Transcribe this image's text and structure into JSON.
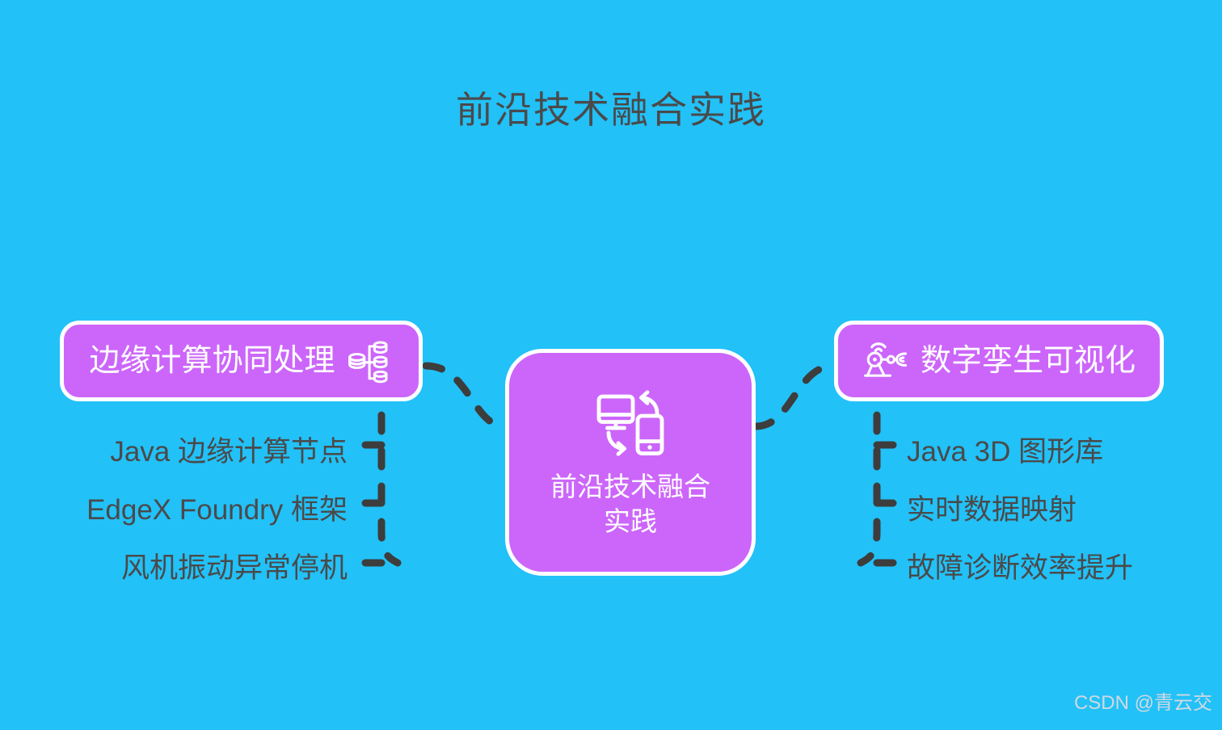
{
  "page": {
    "title": "前沿技术融合实践",
    "background_color": "#22c1f8",
    "node_color": "#cc66fa",
    "node_border_color": "#ffffff",
    "text_color": "#4a4a4a",
    "connector_color": "#3d3d3d"
  },
  "center_node": {
    "label": "前沿技术融合实践",
    "icon": "device-sync-icon"
  },
  "branches": [
    {
      "id": "left",
      "label": "边缘计算协同处理",
      "icon": "distributed-database-icon",
      "items": [
        "Java 边缘计算节点",
        "EdgeX Foundry 框架",
        "风机振动异常停机"
      ]
    },
    {
      "id": "right",
      "label": "数字孪生可视化",
      "icon": "robot-arm-icon",
      "items": [
        "Java 3D 图形库",
        "实时数据映射",
        "故障诊断效率提升"
      ]
    }
  ],
  "watermark": "CSDN @青云交"
}
